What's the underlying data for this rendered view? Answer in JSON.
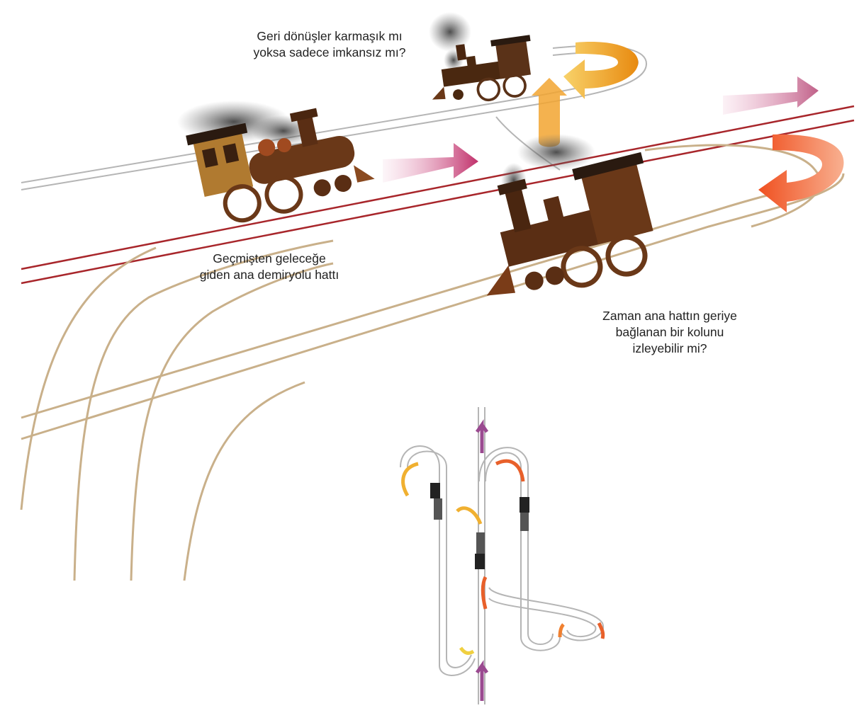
{
  "captions": {
    "loop_question": "Geri dönüşler karmaşık mı\nyoksa sadece imkansız mı?",
    "main_line": "Geçmişten geleceğe\ngiden ana demiryolu hattı",
    "branch_question": "Zaman ana hattın geriye\nbağlanan bir kolunu\nizleyebilir mi?"
  },
  "colors": {
    "main_line": "#a8262b",
    "branch_track": "#c9b08a",
    "loop_track": "#b5b5b5",
    "forward_arrow": "#c0306a",
    "loop_arrow": "#f0a020",
    "branch_arrow": "#e0451a",
    "locomotive_body": "#5a2e14",
    "locomotive_cab_roof": "#2a1a10",
    "smoke": "#555555"
  },
  "icons": [
    "locomotive-icon",
    "smoke-icon",
    "direction-arrow-icon",
    "u-turn-arrow-icon"
  ]
}
